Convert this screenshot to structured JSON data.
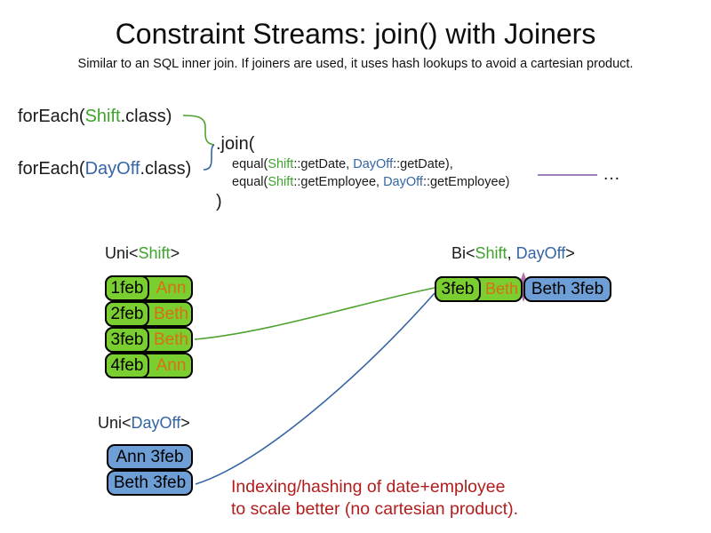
{
  "title": "Constraint Streams: join() with Joiners",
  "subtitle": "Similar to an SQL inner join. If joiners are used, it uses hash lookups to avoid a cartesian product.",
  "code": {
    "foreach_shift": {
      "prefix": "forEach(",
      "class_name": "Shift",
      "suffix": ".class)"
    },
    "foreach_dayoff": {
      "prefix": "forEach(",
      "class_name": "DayOff",
      "suffix": ".class)"
    },
    "join_open": ".join(",
    "joiner_date": {
      "prefix": "equal(",
      "shift": "Shift",
      "mid": "::getDate, ",
      "dayoff": "DayOff",
      "suffix": "::getDate),"
    },
    "joiner_employee": {
      "prefix": "equal(",
      "shift": "Shift",
      "mid": "::getEmployee, ",
      "dayoff": "DayOff",
      "suffix": "::getEmployee)"
    },
    "join_close": ")",
    "ellipsis": "…"
  },
  "uni_shift": {
    "label": {
      "prefix": "Uni<",
      "type": "Shift",
      "suffix": ">"
    },
    "rows": [
      {
        "date": "1feb",
        "employee": "Ann"
      },
      {
        "date": "2feb",
        "employee": "Beth"
      },
      {
        "date": "3feb",
        "employee": "Beth"
      },
      {
        "date": "4feb",
        "employee": "Ann"
      }
    ]
  },
  "bi": {
    "label": {
      "prefix": "Bi<",
      "shift": "Shift",
      "sep": ", ",
      "dayoff": "DayOff",
      "suffix": ">"
    },
    "shift_fact": {
      "date": "3feb",
      "employee": "Beth"
    },
    "dayoff_fact": "Beth 3feb"
  },
  "uni_dayoff": {
    "label": {
      "prefix": "Uni<",
      "type": "DayOff",
      "suffix": ">"
    },
    "rows": [
      {
        "text": "Ann 3feb"
      },
      {
        "text": "Beth 3feb"
      }
    ]
  },
  "note": {
    "line1": "Indexing/hashing of date+employee",
    "line2": "to scale better (no cartesian product)."
  },
  "colors": {
    "shift_green": "#3fa32d",
    "dayoff_blue": "#3465a4",
    "box_green": "#7bce2f",
    "box_blue": "#6e9ed6",
    "employee_orange": "#d96f13",
    "note_red": "#b21d1d",
    "joiner_purple": "#7e5aa2",
    "junction_pink": "#b671ad"
  }
}
